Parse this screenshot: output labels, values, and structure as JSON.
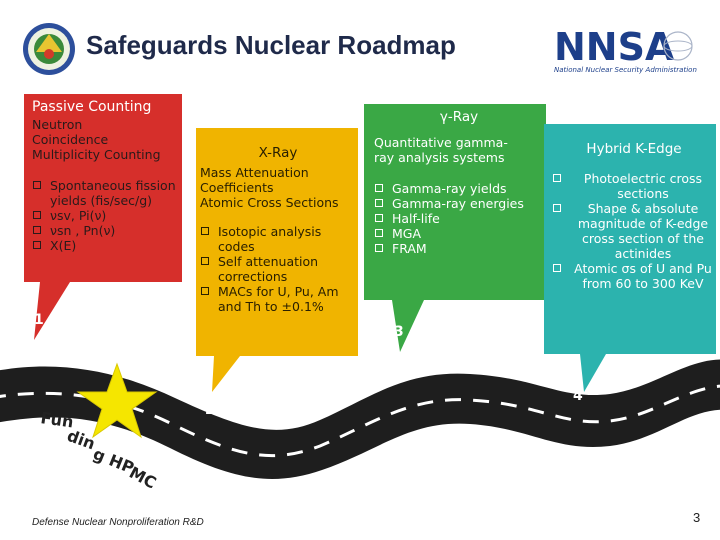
{
  "slide": {
    "title": "Safeguards Nuclear Roadmap",
    "footer": "Defense Nuclear Nonproliferation R&D",
    "page_number": "3",
    "logo_left_icon": "doe-seal-icon",
    "logo_right_text": "NNSA",
    "logo_right_subtitle": "National Nuclear Security Administration"
  },
  "road": {
    "start_label_1": "Fun",
    "start_label_2": "din",
    "start_label_3": "g HP",
    "start_label_4": "MC",
    "star_icon": "star-icon"
  },
  "boxes": {
    "passive": {
      "heading": "Passive Counting",
      "line1": "Neutron",
      "line2": "Coincidence",
      "line3": "Multiplicity Counting",
      "bullets": [
        "Spontaneous fission yields (fis/sec/g)",
        "νsv, Pi(ν)",
        "νsn , Pn(ν)",
        "X(E)"
      ],
      "number": "1",
      "color": "#d62f2b"
    },
    "xray": {
      "heading": "X-Ray",
      "line1": "Mass Attenuation",
      "line2": "Coefficients",
      "line3": "Atomic Cross Sections",
      "bullets": [
        "Isotopic analysis codes",
        "Self attenuation corrections",
        "MACs for U, Pu, Am and Th to ±0.1%"
      ],
      "number": "2",
      "color": "#f0b400"
    },
    "gamma": {
      "heading": "γ-Ray",
      "line1": "Quantitative gamma-",
      "line2": "ray analysis systems",
      "bullets": [
        "Gamma-ray yields",
        "Gamma-ray energies",
        "Half-life",
        "MGA",
        "FRAM"
      ],
      "number": "3",
      "color": "#3aa845"
    },
    "hybrid": {
      "heading": "Hybrid K-Edge",
      "bullets": [
        "Photoelectric cross sections",
        "Shape & absolute magnitude of K-edge cross section of the actinides",
        "Atomic σs of U and Pu from 60 to 300 KeV"
      ],
      "number": "4",
      "color": "#2cb3ae"
    }
  }
}
